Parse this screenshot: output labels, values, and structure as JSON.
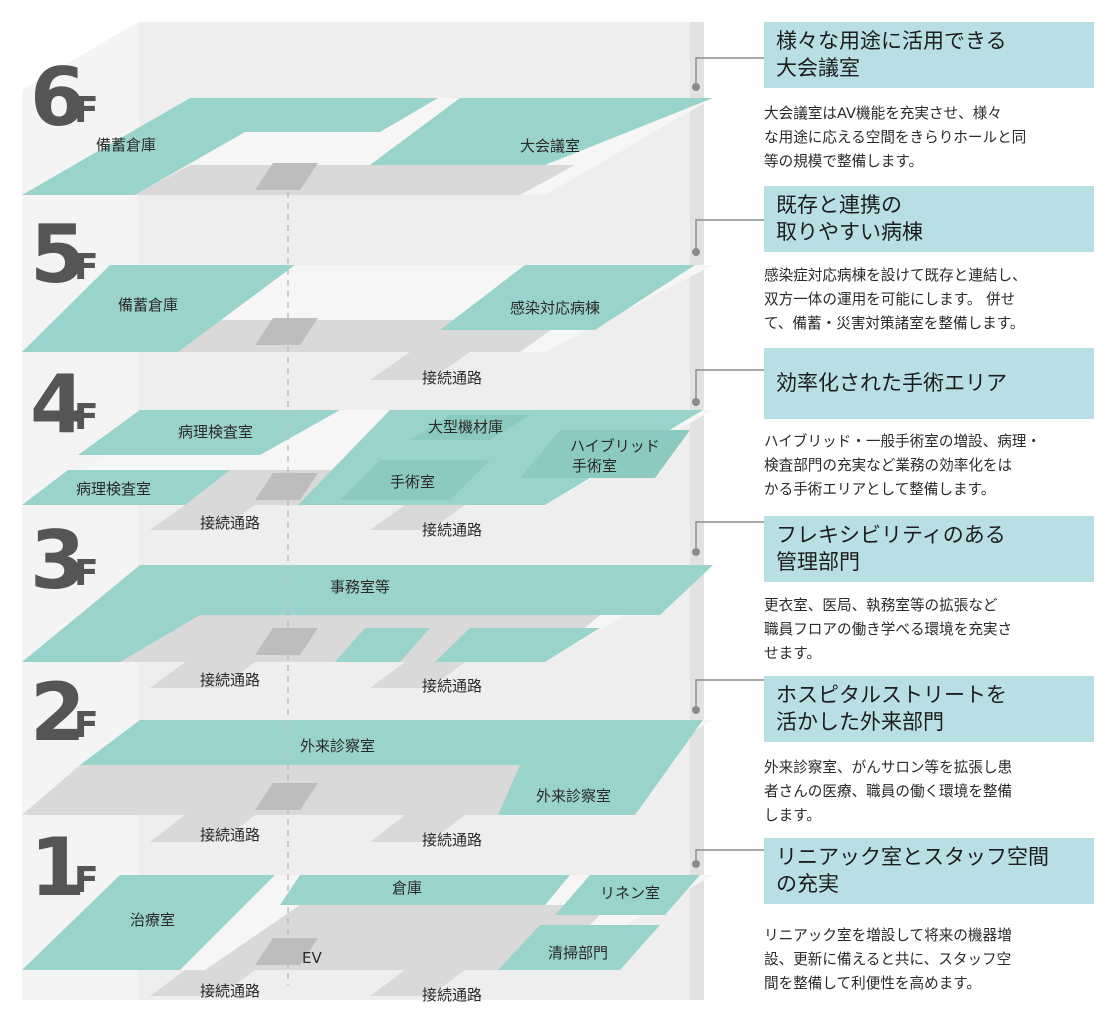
{
  "colors": {
    "teal": "#99d3cb",
    "gray": "#d9d9d9",
    "callout_bg": "#b8dfe4",
    "accent_dot": "#8b8b8b"
  },
  "floors": [
    {
      "num": "6",
      "unit": "F"
    },
    {
      "num": "5",
      "unit": "F"
    },
    {
      "num": "4",
      "unit": "F"
    },
    {
      "num": "3",
      "unit": "F"
    },
    {
      "num": "2",
      "unit": "F"
    },
    {
      "num": "1",
      "unit": "F"
    }
  ],
  "rooms": {
    "f6_storage": "備蓄倉庫",
    "f6_hall": "大会議室",
    "f5_storage": "備蓄倉庫",
    "f5_ward": "感染対応病棟",
    "f5_corridor": "接続通路",
    "f4_pathology_a": "病理検査室",
    "f4_pathology_b": "病理検査室",
    "f4_large_equipment": "大型機材庫",
    "f4_hybrid_line1": "ハイブリッド",
    "f4_hybrid_line2": "手術室",
    "f4_or": "手術室",
    "f4_corridor_a": "接続通路",
    "f4_corridor_b": "接続通路",
    "f3_office": "事務室等",
    "f3_corridor_a": "接続通路",
    "f3_corridor_b": "接続通路",
    "f2_outpatient_a": "外来診察室",
    "f2_outpatient_b": "外来診察室",
    "f2_corridor_a": "接続通路",
    "f2_corridor_b": "接続通路",
    "f1_treatment": "治療室",
    "f1_warehouse": "倉庫",
    "f1_linen": "リネン室",
    "f1_cleaning": "清掃部門",
    "f1_ev": "EV",
    "f1_corridor_a": "接続通路",
    "f1_corridor_b": "接続通路"
  },
  "sections": [
    {
      "title_line1": "様々な用途に活用できる",
      "title_line2": "大会議室",
      "desc": [
        "大会議室はAV機能を充実させ、様々",
        "な用途に応える空間をきらりホールと同",
        "等の規模で整備します。"
      ]
    },
    {
      "title_line1": "既存と連携の",
      "title_line2": "取りやすい病棟",
      "desc": [
        "感染症対応病棟を設けて既存と連結し、",
        "双方一体の運用を可能にします。 併せ",
        "て、備蓄・災害対策諸室を整備します。"
      ]
    },
    {
      "title_line1": "効率化された手術エリア",
      "title_line2": "",
      "desc": [
        "ハイブリッド・一般手術室の増設、病理・",
        "検査部門の充実など業務の効率化をは",
        "かる手術エリアとして整備します。"
      ]
    },
    {
      "title_line1": "フレキシビリティのある",
      "title_line2": "管理部門",
      "desc": [
        "更衣室、医局、執務室等の拡張など",
        "職員フロアの働き学べる環境を充実さ",
        "せます。"
      ]
    },
    {
      "title_line1": "ホスピタルストリートを",
      "title_line2": "活かした外来部門",
      "desc": [
        "外来診察室、がんサロン等を拡張し患",
        "者さんの医療、職員の働く環境を整備",
        "します。"
      ]
    },
    {
      "title_line1": "リニアック室とスタッフ空間",
      "title_line2": "の充実",
      "desc": [
        "リニアック室を増設して将来の機器増",
        "設、更新に備えると共に、スタッフ空",
        "間を整備して利便性を高めます。"
      ]
    }
  ]
}
